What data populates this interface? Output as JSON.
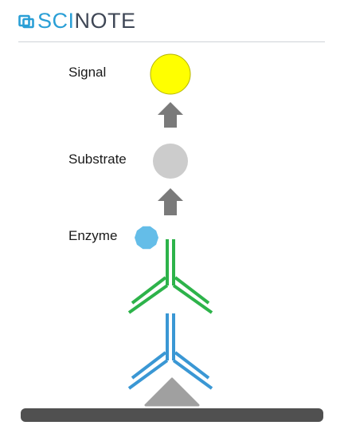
{
  "header": {
    "logo_part1": "SCI",
    "logo_part2": "NOTE"
  },
  "labels": {
    "signal": "Signal",
    "substrate": "Substrate",
    "enzyme": "Enzyme"
  },
  "colors": {
    "signal": "#ffff00",
    "substrate": "#cccccc",
    "enzyme": "#64bde8",
    "arrow": "#7a7a7a",
    "secondary_antibody": "#2db34a",
    "primary_antibody": "#3a97d4",
    "antigen": "#a0a0a0",
    "surface": "#505050",
    "logo_blue": "#2a9fd6",
    "logo_dark": "#3f4756"
  },
  "icons": {
    "logo": "overlapping-squares-icon",
    "signal": "circle-shape",
    "substrate": "circle-shape",
    "enzyme": "decagon-shape",
    "arrows": "up-arrow-icon",
    "antibodies": "y-shape",
    "antigen": "triangle-shape"
  }
}
